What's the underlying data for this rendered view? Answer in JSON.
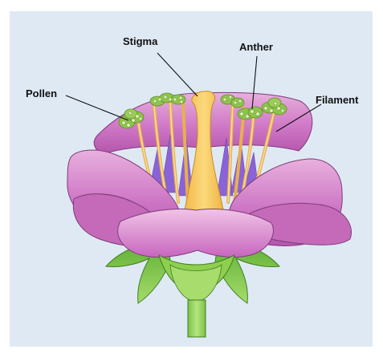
{
  "diagram": {
    "labels": {
      "stigma": "Stigma",
      "anther": "Anther",
      "pollen": "Pollen",
      "filament": "Filament"
    },
    "colors": {
      "background": "#dfe9f4",
      "petal": "#c86bc0",
      "petal_light": "#e4a6d9",
      "petal_outline": "#7e3c7a",
      "pistil": "#f6c85a",
      "filament": "#f3c56a",
      "anther": "#8fc34e",
      "pollen": "#dff0b0",
      "sepal": "#7cc047",
      "stem": "#8fcf4f",
      "spike": "#8a63d6",
      "label_text": "#111111"
    }
  }
}
